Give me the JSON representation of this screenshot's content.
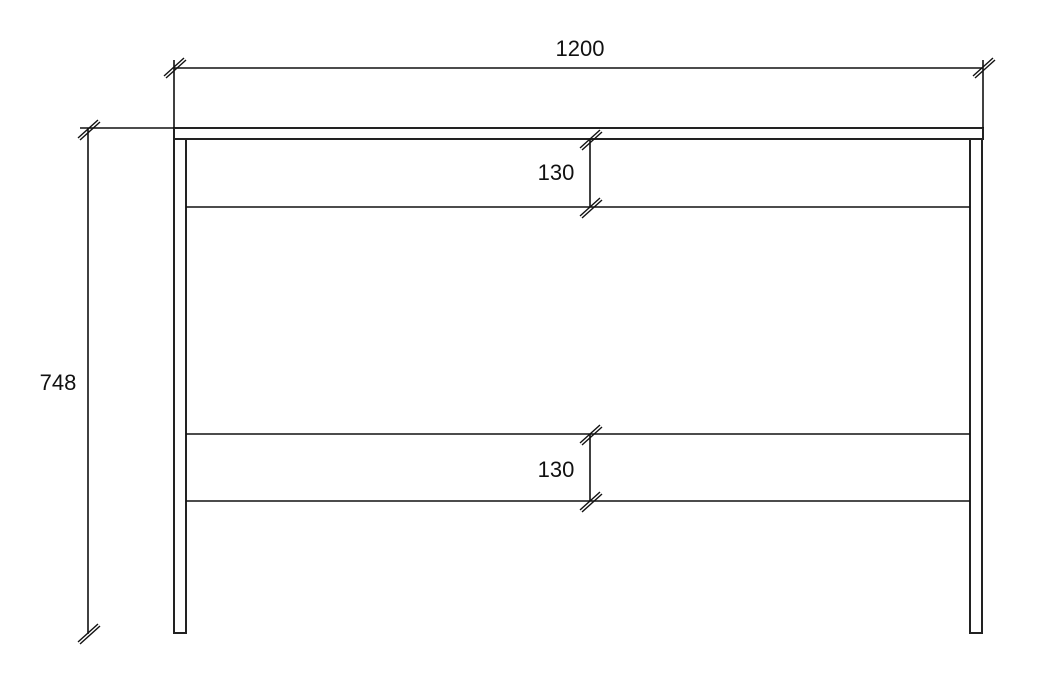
{
  "dimensions": {
    "width": "1200",
    "height": "748",
    "upper_rail": "130",
    "lower_rail": "130"
  },
  "colors": {
    "line": "#111111",
    "background": "#ffffff"
  }
}
